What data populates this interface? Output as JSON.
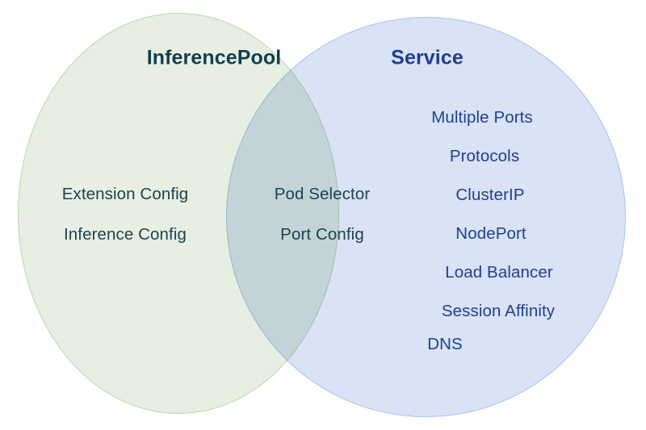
{
  "diagram": {
    "type": "venn",
    "background_color": "#ffffff",
    "sets": [
      {
        "id": "inferencepool",
        "title": "InferencePool",
        "title_color": "#123f4d",
        "fill_color": "#e6efe1",
        "stroke_color": "#bcd8ac",
        "text_color": "#1d4250",
        "items": [
          "Extension Config",
          "Inference Config"
        ]
      },
      {
        "id": "service",
        "title": "Service",
        "title_color": "#1f3f8f",
        "fill_color": "#d9e3f5",
        "stroke_color": "#aac2ef",
        "text_color": "#1f3f8f",
        "items": [
          "Multiple Ports",
          "Protocols",
          "ClusterIP",
          "NodePort",
          "Load Balancer",
          "Session Affinity",
          "DNS"
        ]
      }
    ],
    "intersection": {
      "id": "shared",
      "text_color": "#1d4250",
      "items": [
        "Pod Selector",
        "Port Config"
      ]
    }
  }
}
